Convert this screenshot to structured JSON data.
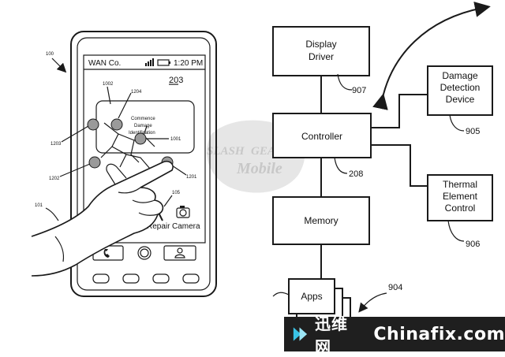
{
  "phone": {
    "carrier": "WAN Co.",
    "time": "1:20 PM",
    "screen_ref": "203",
    "prompt_lines": [
      "Commence",
      "Damage",
      "Identification"
    ],
    "apps": [
      {
        "name": "Repair",
        "icon": "hammer-icon"
      },
      {
        "name": "Camera",
        "icon": "camera-icon"
      }
    ]
  },
  "refs": {
    "device": "100",
    "hand": "101",
    "apps_group": "105",
    "r1001": "1001",
    "r1002": "1002",
    "r1201": "1201",
    "r1202": "1202",
    "r1203": "1203",
    "r1204": "1204"
  },
  "blocks": {
    "display_driver": {
      "line1": "Display",
      "line2": "Driver",
      "ref": "907"
    },
    "controller": {
      "label": "Controller",
      "ref": "208"
    },
    "memory": {
      "label": "Memory"
    },
    "apps": {
      "label": "Apps",
      "ref": "904"
    },
    "damage_detection": {
      "line1": "Damage",
      "line2": "Detection",
      "line3": "Device",
      "ref": "905"
    },
    "thermal": {
      "line1": "Thermal",
      "line2": "Element",
      "line3": "Control",
      "ref": "906"
    }
  },
  "watermark": {
    "line1": "SLASH",
    "line1b": "GEAR",
    "line2": "Mobile"
  },
  "footer": {
    "brand": "迅维网",
    "site": "Chinafix.com"
  }
}
